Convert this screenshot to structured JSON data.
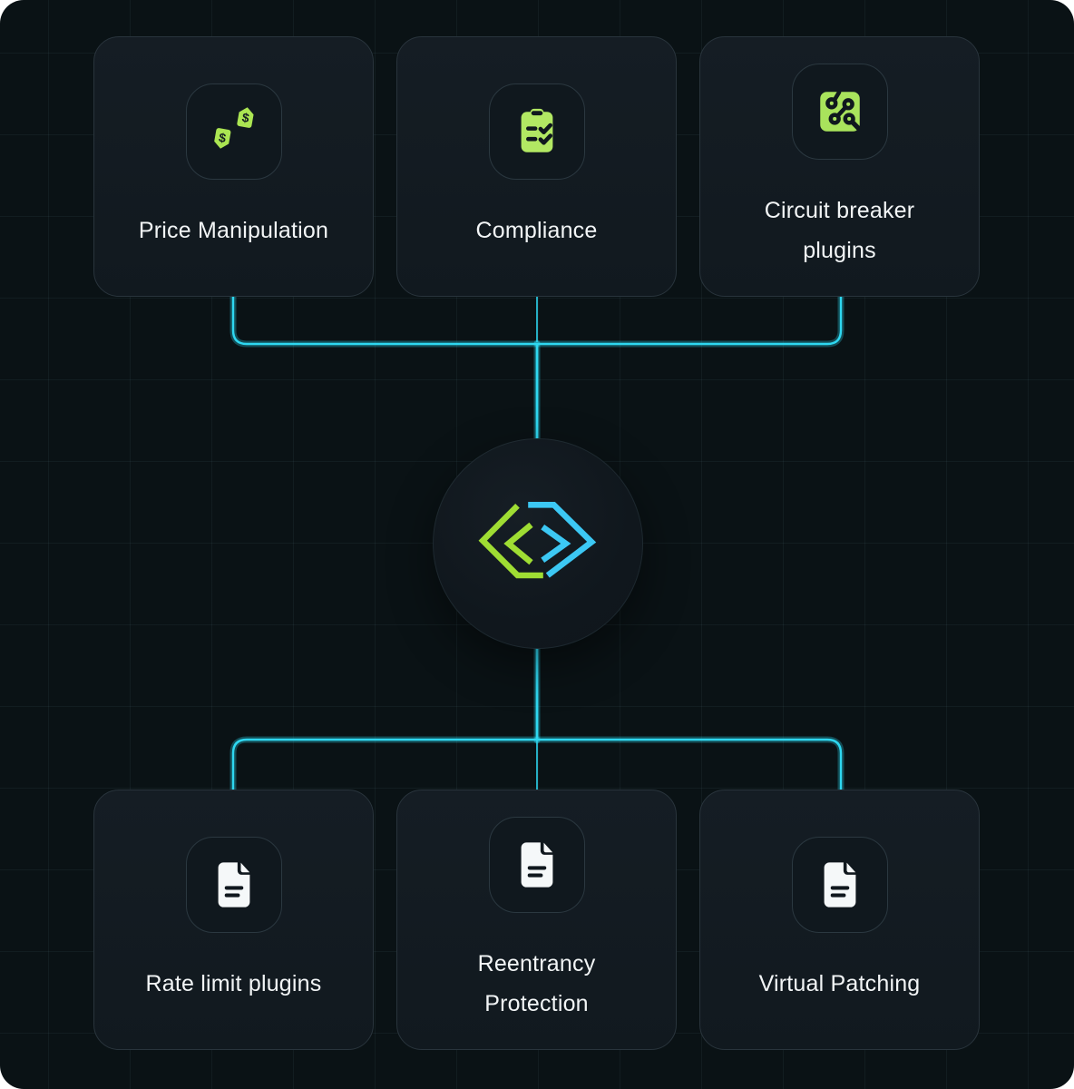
{
  "diagram": {
    "title_hint": "security plugins diagram",
    "top_cards": [
      {
        "id": "price-manipulation",
        "label": "Price Manipulation",
        "icon": "price-tags-icon"
      },
      {
        "id": "compliance",
        "label": "Compliance",
        "icon": "clipboard-checklist-icon"
      },
      {
        "id": "circuit-breaker",
        "label": "Circuit breaker plugins",
        "icon": "circuit-board-icon"
      }
    ],
    "bottom_cards": [
      {
        "id": "rate-limit",
        "label": "Rate limit plugins",
        "icon": "file-text-icon"
      },
      {
        "id": "reentrancy",
        "label": "Reentrancy Protection",
        "icon": "file-text-icon"
      },
      {
        "id": "virtual-patching",
        "label": "Virtual Patching",
        "icon": "file-text-icon"
      }
    ],
    "center": {
      "id": "hub-logo",
      "icon": "dual-chevron-logo"
    },
    "colors": {
      "background": "#0a1215",
      "card_background": "#131b21",
      "card_border": "#29343c",
      "connector_cyan": "#2ed7f0",
      "icon_green": "#abe552",
      "logo_green": "#9fdd33",
      "logo_blue": "#3cc8f4",
      "icon_white": "#f5f8f9",
      "label_text": "#f2f5f6"
    }
  }
}
